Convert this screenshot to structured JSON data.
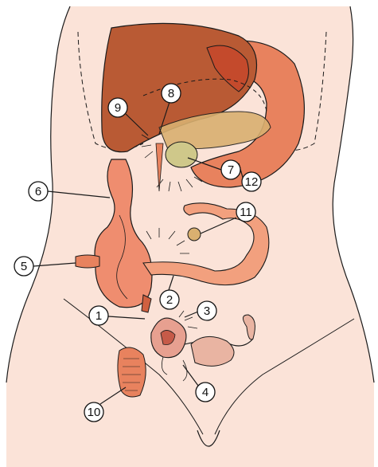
{
  "diagram": {
    "labels": [
      {
        "id": "1",
        "text": "1"
      },
      {
        "id": "2",
        "text": "2"
      },
      {
        "id": "3",
        "text": "3"
      },
      {
        "id": "4",
        "text": "4"
      },
      {
        "id": "5",
        "text": "5"
      },
      {
        "id": "6",
        "text": "6"
      },
      {
        "id": "7",
        "text": "7"
      },
      {
        "id": "8",
        "text": "8"
      },
      {
        "id": "9",
        "text": "9"
      },
      {
        "id": "10",
        "text": "10"
      },
      {
        "id": "11",
        "text": "11"
      },
      {
        "id": "12",
        "text": "12"
      }
    ],
    "colors": {
      "skin": "#fbe3d8",
      "liver": "#b95a34",
      "stomach": "#e8825e",
      "colon": "#ef8d6f",
      "small_intestine": "#f2a07e",
      "uterus": "#e7a090",
      "gallbladder": "#cfc88a",
      "outline": "#1a1a1a"
    }
  }
}
